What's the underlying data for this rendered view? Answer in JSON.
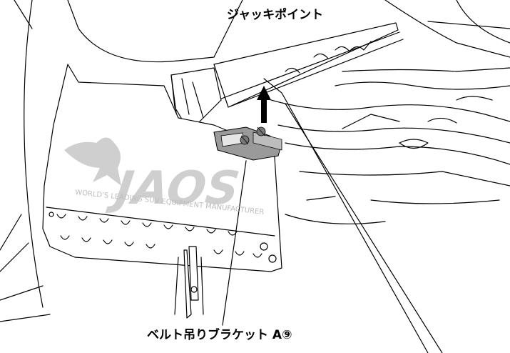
{
  "callouts": {
    "jack_point": "ジャッキポイント",
    "belt_bracket": "ベルト吊りブラケット A⑨"
  },
  "mudflap": {
    "brand": "JAOS",
    "tagline": "WORLD'S LEADING SUV EQUIPMENT MANUFACTURER"
  },
  "colors": {
    "line": "#000000",
    "watermark": "#cfcfcf",
    "bracket": "#9a9a9a",
    "background": "#ffffff"
  },
  "icons": {
    "arrow": "up-arrow-icon",
    "logo": "kangaroo-logo"
  }
}
